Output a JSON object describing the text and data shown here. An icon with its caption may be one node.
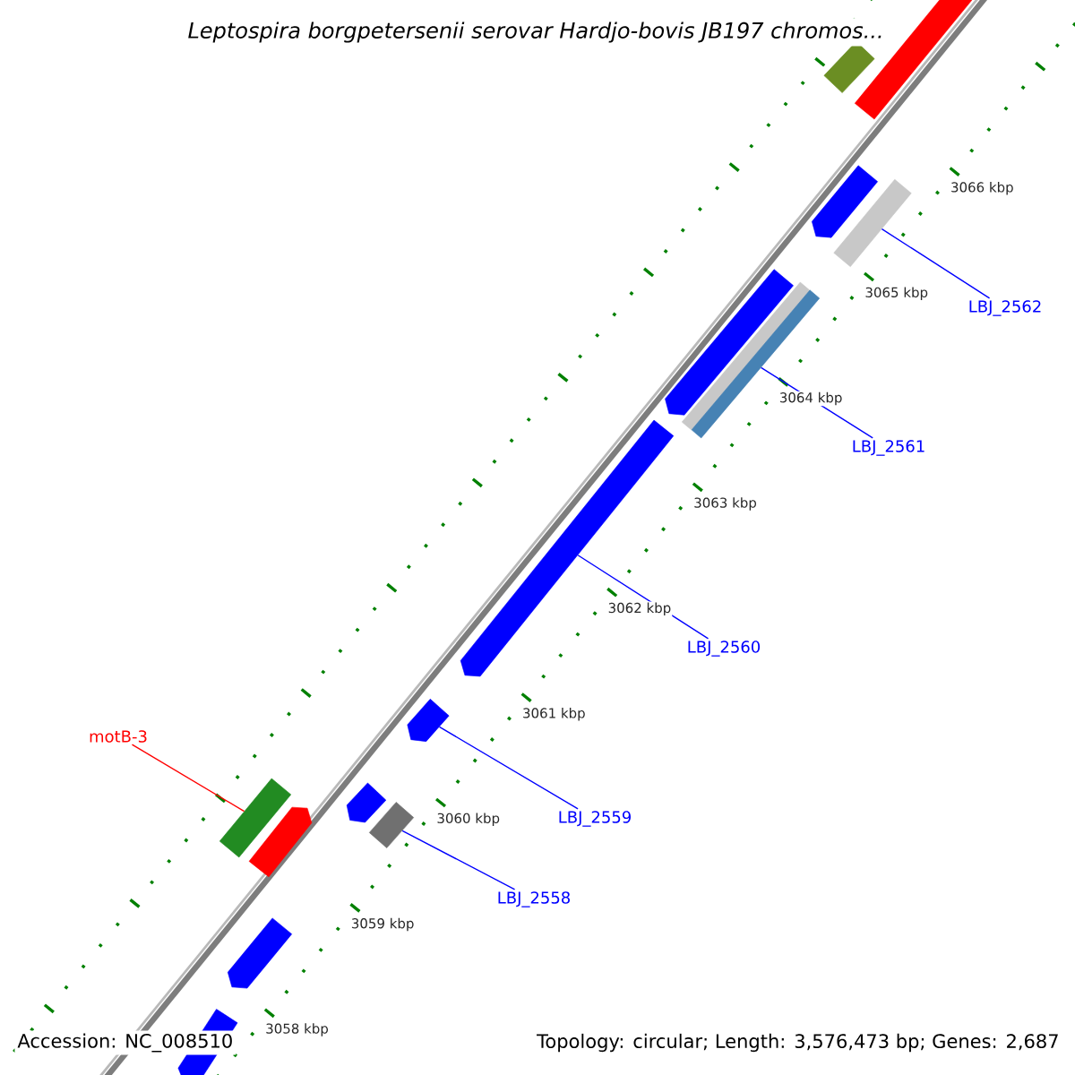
{
  "diagram": {
    "title": "Leptospira borgpetersenii serovar Hardjo-bovis JB197 chromos...",
    "nodes": [
      {
        "text": [],
        "shape": "bar"
      },
      {
        "text": [],
        "shape": "bar"
      },
      {
        "text": [],
        "shape": "bar"
      },
      {
        "text": [],
        "shape": "bar"
      },
      {
        "text": [],
        "shape": "bar"
      },
      {
        "text": [],
        "shape": "bar"
      },
      {
        "text": [],
        "shape": "bar"
      },
      {
        "text": [],
        "shape": "bar"
      },
      {
        "text": [],
        "shape": "bar"
      },
      {
        "text": [],
        "shape": "bar"
      },
      {
        "text": [],
        "shape": "bar"
      },
      {
        "text": [],
        "shape": "bar"
      },
      {
        "text": [],
        "shape": "bar"
      },
      {
        "text": [],
        "shape": "bar"
      },
      {
        "text": [],
        "shape": "bar"
      },
      {
        "text": [
          "LBJ_2562"
        ]
      },
      {
        "text": [
          "LBJ_2561"
        ]
      },
      {
        "text": [
          "LBJ_2560"
        ]
      },
      {
        "text": [
          "motB-3"
        ]
      },
      {
        "text": [
          "LBJ_2559"
        ]
      },
      {
        "text": [
          "LBJ_2558"
        ]
      }
    ],
    "edges": [
      {
        "from": 15,
        "to": 3,
        "arrow": "none"
      },
      {
        "from": 16,
        "to": 6,
        "arrow": "none"
      },
      {
        "from": 17,
        "to": 7,
        "arrow": "none"
      },
      {
        "from": 18,
        "to": 9,
        "arrow": "none",
        "color": "#ff0000"
      },
      {
        "from": 19,
        "to": 8,
        "arrow": "none"
      },
      {
        "from": 20,
        "to": 12,
        "arrow": "none"
      }
    ],
    "labels": [
      "3066 kbp",
      "3065 kbp",
      "3064 kbp",
      "3063 kbp",
      "3062 kbp",
      "3061 kbp",
      "3060 kbp",
      "3059 kbp",
      "3058 kbp",
      "Accession: NC_008510",
      "Topology: circular; Length: 3,576,473 bp; Genes: 2,687"
    ]
  }
}
